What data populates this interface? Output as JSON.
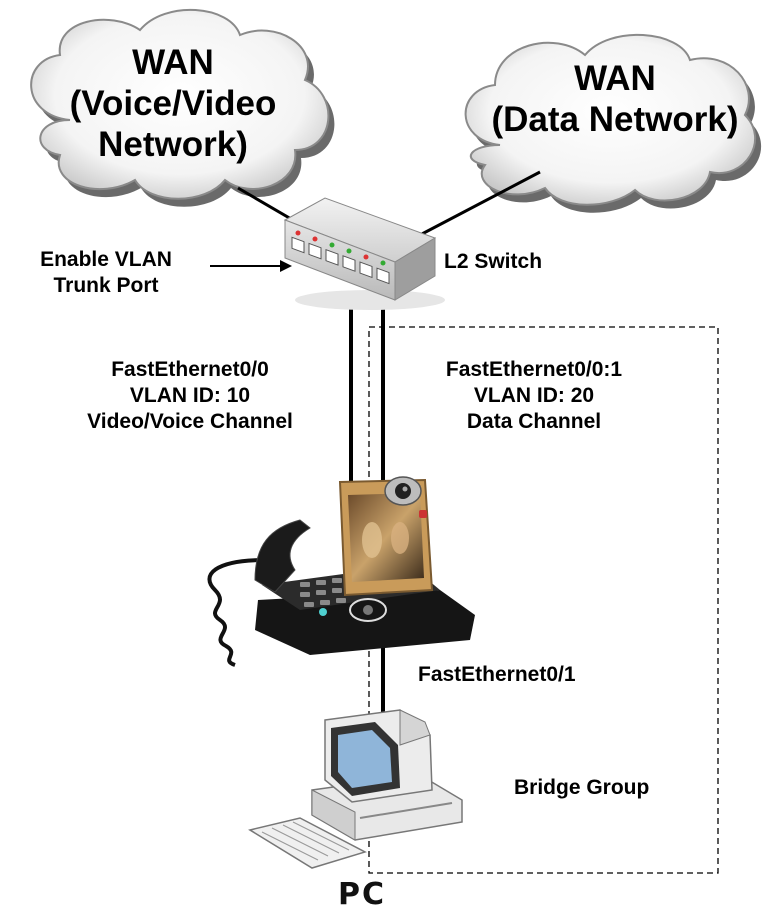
{
  "clouds": {
    "voice": {
      "lines": [
        "WAN",
        "(Voice/Video",
        "Network)"
      ]
    },
    "data": {
      "lines": [
        "WAN",
        "(Data Network)"
      ]
    }
  },
  "switch": {
    "label": "L2 Switch"
  },
  "trunk_note": {
    "lines": [
      "Enable VLAN",
      "Trunk Port"
    ]
  },
  "links": {
    "video_voice": {
      "lines": [
        "FastEthernet0/0",
        "VLAN ID: 10",
        "Video/Voice Channel"
      ]
    },
    "data": {
      "lines": [
        "FastEthernet0/0:1",
        "VLAN ID: 20",
        "Data Channel"
      ]
    },
    "pc": {
      "lines": [
        "FastEthernet0/1"
      ]
    }
  },
  "bridge_group": {
    "label": "Bridge Group"
  },
  "pc": {
    "label": "PC"
  },
  "colors": {
    "cloud_fill": "#ffffff",
    "cloud_shadow": "#6a6a6a",
    "line": "#000000",
    "switch_body": "#d8d8d8",
    "phone_body": "#2a2a2a",
    "phone_bezel": "#c89a55",
    "pc_body": "#e8e8e8"
  }
}
